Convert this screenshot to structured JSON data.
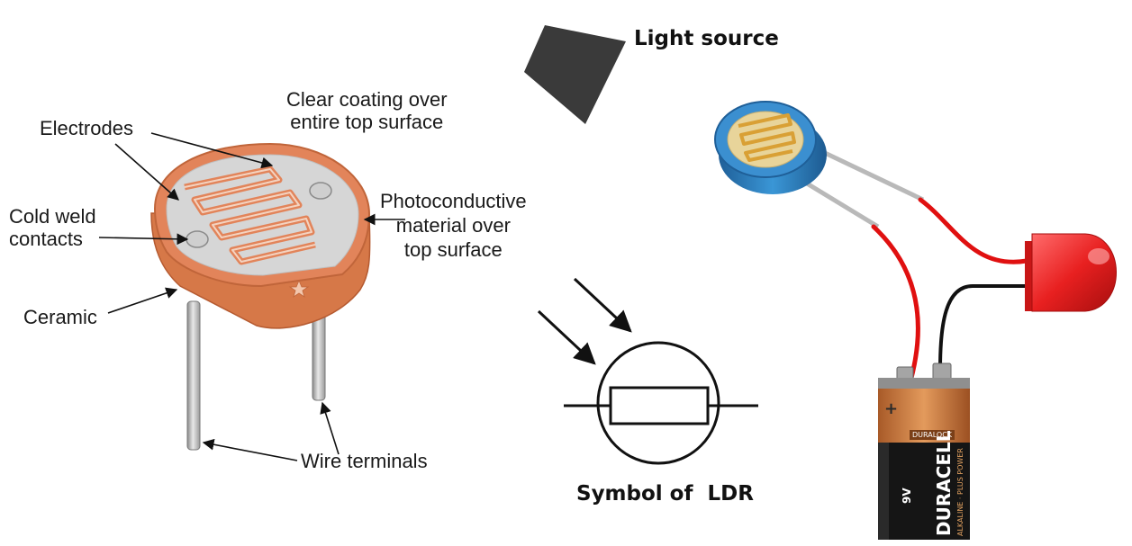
{
  "labels": {
    "clear_coating": "Clear coating over\nentire top surface",
    "electrodes": "Electrodes",
    "cold_weld": "Cold weld\ncontacts",
    "photoconductive": "Photoconductive\nmaterial over\ntop surface",
    "ceramic": "Ceramic",
    "wire_terminals": "Wire terminals",
    "light_source": "Light source",
    "symbol_caption": "Symbol of  LDR"
  },
  "battery": {
    "brand": "DURACELL",
    "subline": "ALKALINE · PLUS POWER",
    "tag": "DURALOCK",
    "voltage": "9V",
    "plus_mark": "+"
  },
  "colors": {
    "ceramic": "#e2845a",
    "wire": "#e01010",
    "led": "#e82020",
    "ldr_body": "#2f86c8",
    "battery_copper": "#c8743a",
    "battery_black": "#151515",
    "light_source": "#3a3a3a"
  }
}
